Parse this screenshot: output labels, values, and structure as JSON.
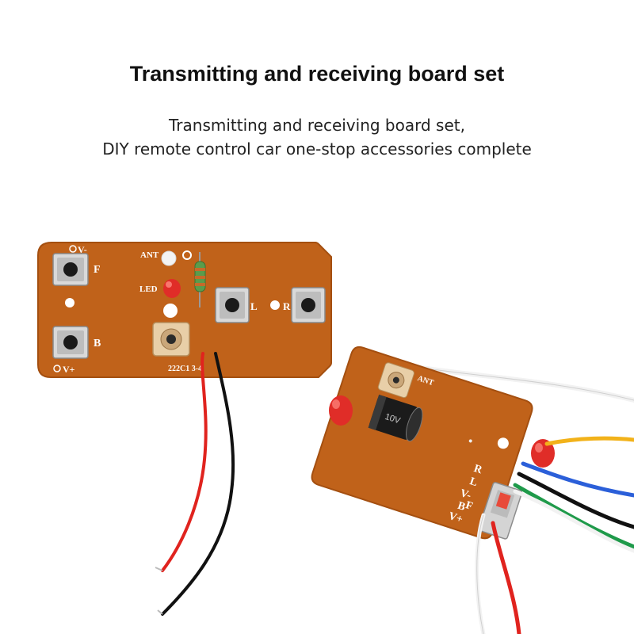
{
  "title": "Transmitting and receiving board set",
  "subtitle": {
    "line1": "Transmitting and receiving board set,",
    "line2": "DIY remote control car one-stop accessories complete"
  },
  "transmitter": {
    "labels": {
      "v_minus": "V-",
      "forward": "F",
      "back": "B",
      "v_plus": "V+",
      "ant": "ANT",
      "led": "LED",
      "left": "L",
      "right": "R",
      "part_no": "222C1 3-4"
    }
  },
  "receiver": {
    "labels": {
      "ant": "ANT",
      "capacitor": "10V",
      "r": "R",
      "l": "L",
      "v_minus": "V-",
      "b": "B",
      "v_plus": "V+",
      "f": "F"
    }
  },
  "colors": {
    "pcb": "#c0621a",
    "pcb_edge": "#a44f10",
    "wire_red": "#e0231e",
    "wire_black": "#111111",
    "wire_white": "#f2f2f2",
    "wire_yellow": "#f2b21a",
    "wire_blue": "#2b5fd9",
    "wire_green": "#1f9a4a"
  }
}
